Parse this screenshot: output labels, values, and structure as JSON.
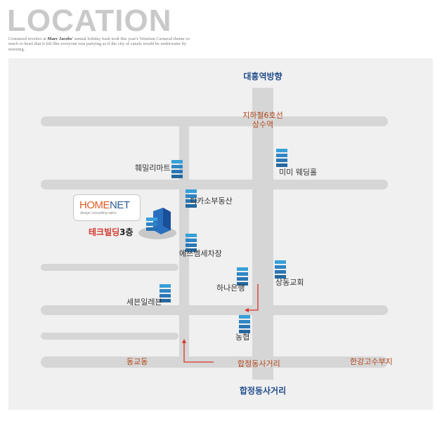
{
  "header": {
    "title": "LOCATION",
    "caption_bold": "Marc Jacobs'",
    "caption_pre": "Costumed revelers at ",
    "caption_post": " annual holiday bash took this year's Venetian Carnaval theme so much to heart that it felt like everyone was partying as if the city of canals would be underwater by morning."
  },
  "map": {
    "direction_top": "대흥역방향",
    "direction_bottom": "합정동사거리",
    "subway_line": "지하철6호선",
    "subway_station": "상수역",
    "company_logo_home": "HOME",
    "company_logo_net": "NET",
    "company_logo_tagline": "design consulting sales",
    "company_location": "테크빌딩",
    "company_floor": "3층",
    "landmarks": {
      "family_mart": "훼밀리마트",
      "mimi_wedding": "미미 웨딩홀",
      "picasso_realty": "피카소부동산",
      "sm_car": "에쓰엠세차장",
      "hana_bank": "하나은행",
      "sangdong_church": "상동교회",
      "seven_eleven": "세븐일레븐",
      "nonghyup": "농협"
    },
    "streets": {
      "donggyo": "동교동",
      "hapjeong_intersection": "합정동사거리",
      "hangang_land": "한강고수부지"
    }
  },
  "colors": {
    "road": "#d6d6d6",
    "background": "#f0f0f0",
    "route": "#d9342b",
    "label_orange": "#b0461a",
    "label_blue": "#1e4b8a"
  }
}
